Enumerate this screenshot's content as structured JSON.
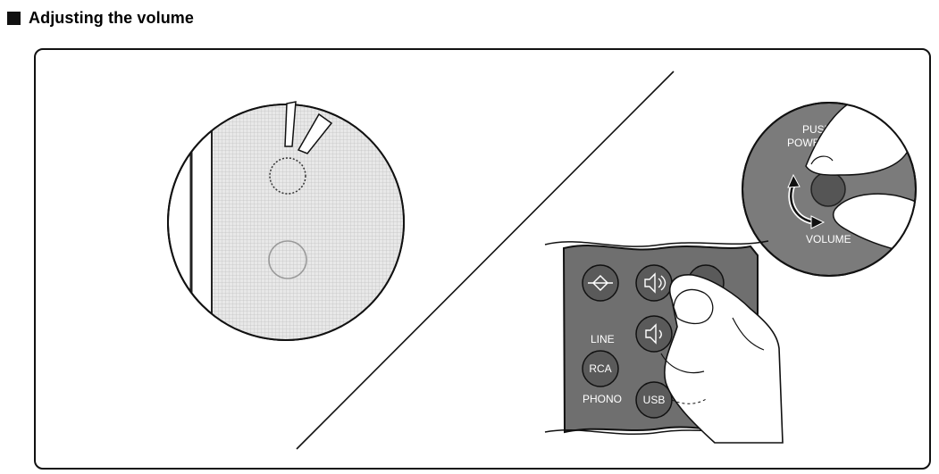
{
  "heading": {
    "title": "Adjusting the volume",
    "bullet_icon": "black-square-icon"
  },
  "knob_inset": {
    "labels": {
      "push_power_line1": "PUSH",
      "push_power_line2": "POWER",
      "volume": "VOLUME"
    }
  },
  "remote": {
    "buttons": {
      "mute": "mute-icon",
      "volume_up": "volume-up-icon",
      "volume_down": "volume-down-icon",
      "rca": "RCA",
      "usb": "USB"
    },
    "labels": {
      "line": "LINE",
      "phono": "PHONO"
    }
  },
  "colors": {
    "remote_body": "#6f6f6f",
    "button_fill": "#5a5a5a",
    "knob_inset_fill": "#7b7b7b",
    "knob_fill": "#555555"
  }
}
